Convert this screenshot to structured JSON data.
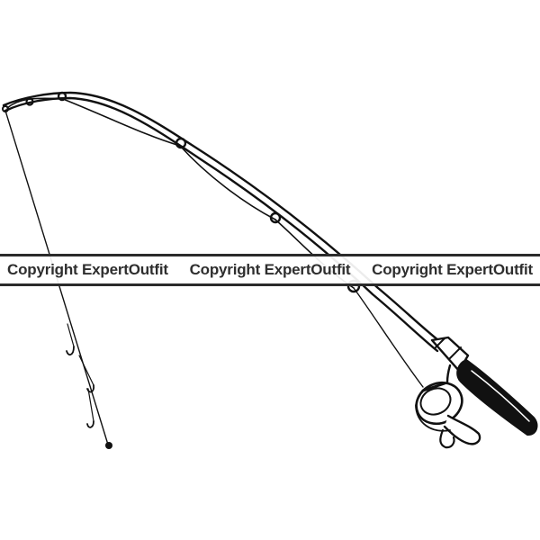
{
  "image": {
    "subject": "fishing-rod-with-spinning-reel",
    "colors": {
      "line": "#111111",
      "background": "#ffffff",
      "watermark_text": "#2e2e2e",
      "watermark_border": "#2b2b2b"
    }
  },
  "watermark": {
    "items": [
      "Copyright ExpertOutfit",
      "Copyright ExpertOutfit",
      "Copyright ExpertOutfit"
    ]
  }
}
